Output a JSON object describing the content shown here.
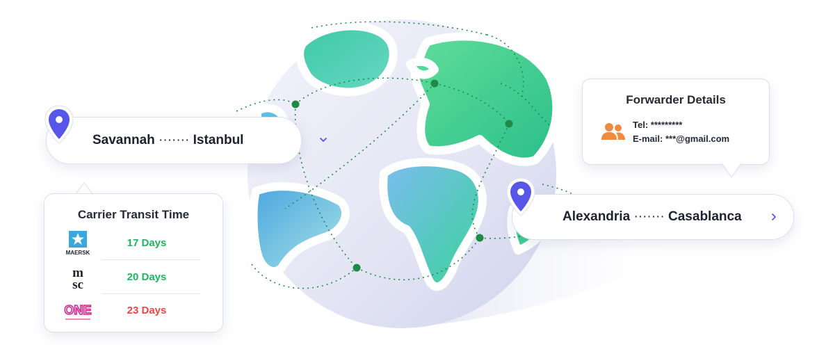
{
  "route_primary": {
    "origin": "Savannah",
    "destination": "Istanbul",
    "connector": "·······",
    "chevron_icon": "chevron-down-icon"
  },
  "route_secondary": {
    "origin": "Alexandria",
    "destination": "Casablanca",
    "connector": "·······",
    "chevron_icon": "chevron-right-icon"
  },
  "forwarder": {
    "title": "Forwarder Details",
    "tel_label": "Tel:",
    "tel_value": "*********",
    "email_label": "E-mail:",
    "email_value": "***@gmail.com",
    "icon": "users-icon"
  },
  "carrier_transit": {
    "title": "Carrier Transit Time",
    "carriers": [
      {
        "logo": "MAERSK",
        "days": "17 Days",
        "color": "#1fb55e"
      },
      {
        "logo": "msc",
        "days": "20 Days",
        "color": "#1fb55e"
      },
      {
        "logo": "ONE",
        "days": "23 Days",
        "color": "#ef4444"
      }
    ]
  },
  "colors": {
    "accent": "#5656e8",
    "ocean": "#e6e8f6",
    "land_green": "#3ecf92",
    "land_blue": "#6fb4ea",
    "route_dot": "#1f8a46",
    "person_icon": "#f08a3c",
    "one_brand": "#d6248c"
  }
}
